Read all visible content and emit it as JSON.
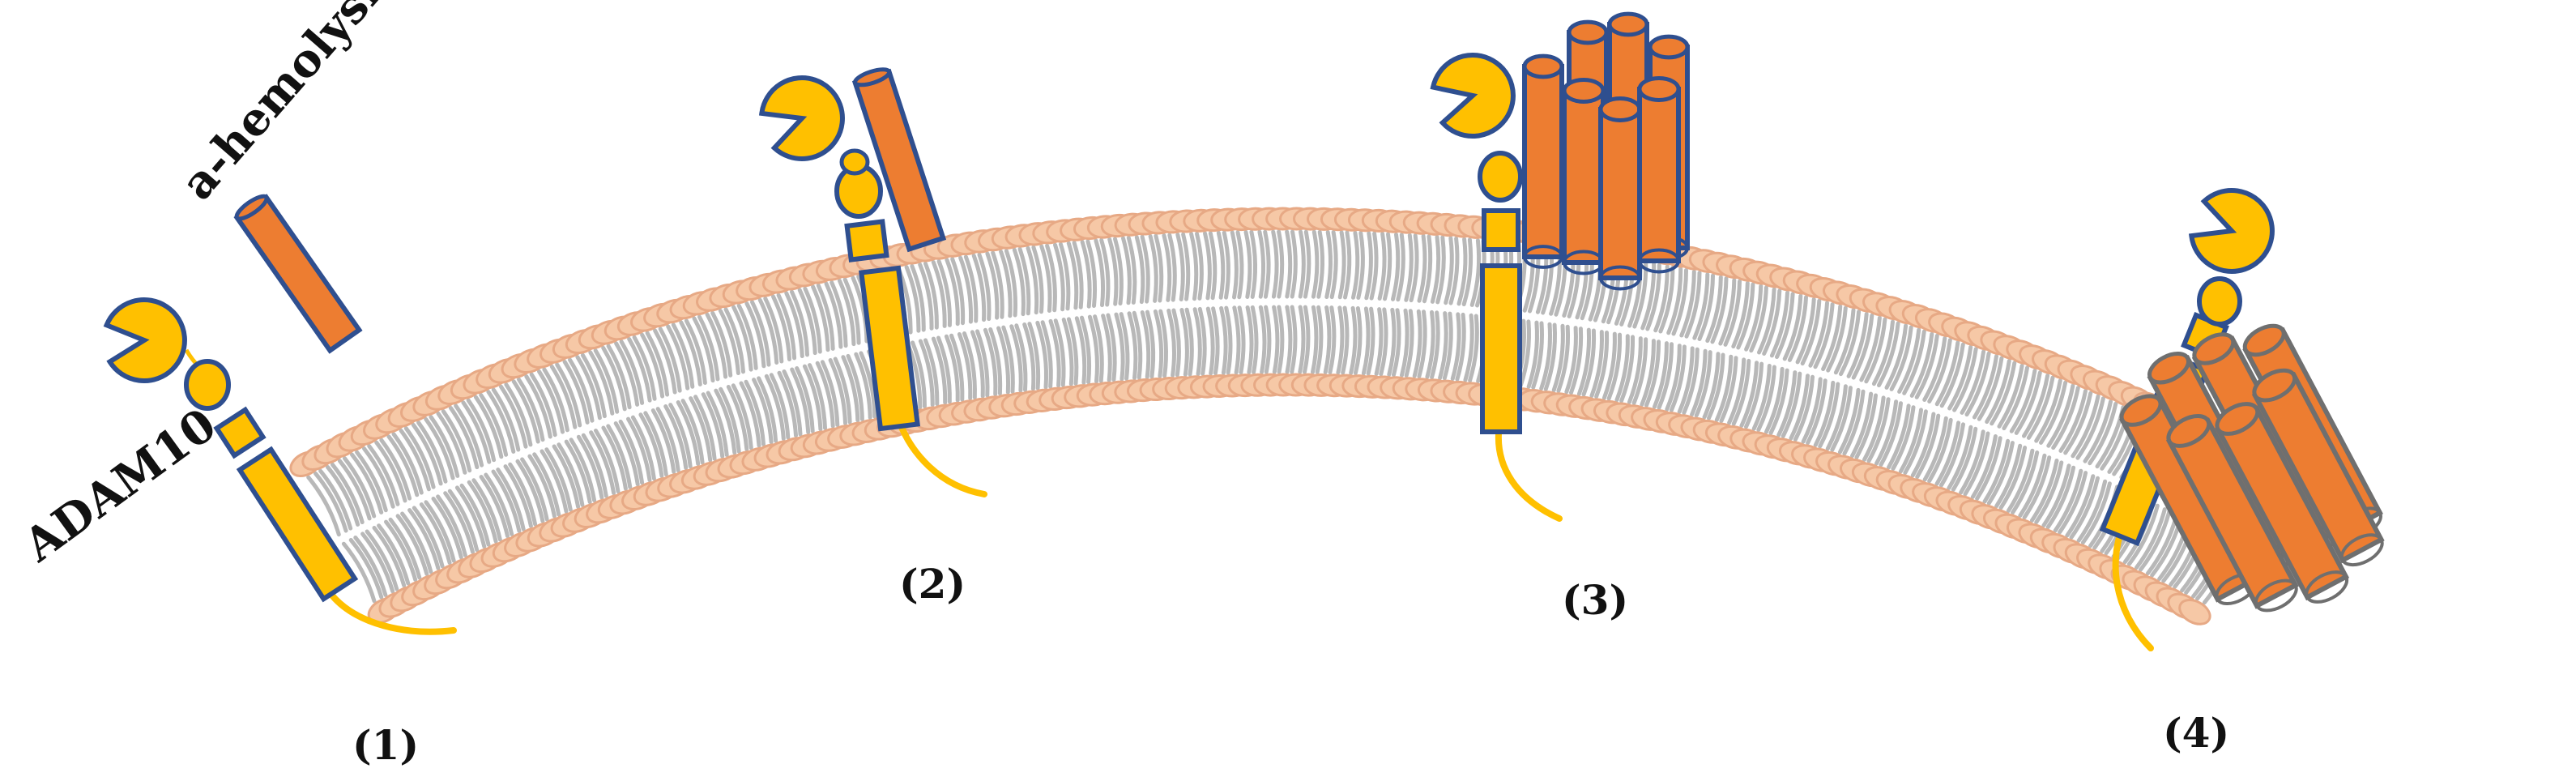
{
  "labels": {
    "protein": "ADAM10",
    "toxin": "a-hemolysin"
  },
  "steps": [
    {
      "label": "(1)"
    },
    {
      "label": "(2)"
    },
    {
      "label": "(3)"
    },
    {
      "label": "(4)"
    }
  ],
  "colors": {
    "lipid_head_fill": "#f6c8a6",
    "lipid_head_stroke": "#e7a985",
    "lipid_tail": "#b8b8b8",
    "adam10_fill": "#ffc000",
    "adam10_stroke": "#2f4f8f",
    "toxin_fill": "#ed7d31",
    "toxin_stroke": "#2f4f8f",
    "toxin_stroke_inserted": "#6f6f6f",
    "cytoplasmic_tail": "#ffc000"
  }
}
